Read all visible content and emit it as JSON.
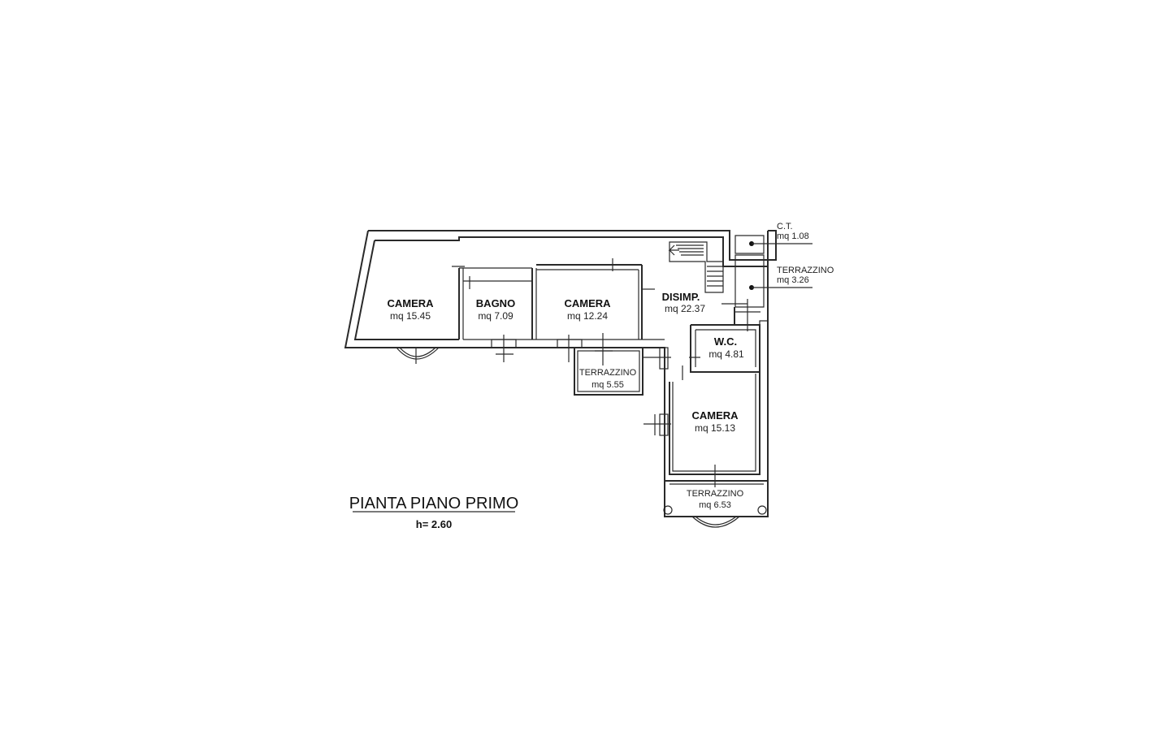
{
  "plan": {
    "title": "PIANTA PIANO PRIMO",
    "height_label": "h= 2.60"
  },
  "rooms": {
    "camera1": {
      "name": "CAMERA",
      "area": "mq 15.45"
    },
    "bagno": {
      "name": "BAGNO",
      "area": "mq  7.09"
    },
    "camera2": {
      "name": "CAMERA",
      "area": "mq 12.24"
    },
    "disimp": {
      "name": "DISIMP.",
      "area": "mq 22.37"
    },
    "wc": {
      "name": "W.C.",
      "area": "mq  4.81"
    },
    "camera3": {
      "name": "CAMERA",
      "area": "mq 15.13"
    },
    "terrazzino1": {
      "name": "TERRAZZINO",
      "area": "mq 5.55"
    },
    "terrazzino2": {
      "name": "TERRAZZINO",
      "area": "mq 6.53"
    },
    "ct": {
      "name": "C.T.",
      "area": "mq 1.08"
    },
    "terrazzino3": {
      "name": "TERRAZZINO",
      "area": "mq 3.26"
    }
  }
}
